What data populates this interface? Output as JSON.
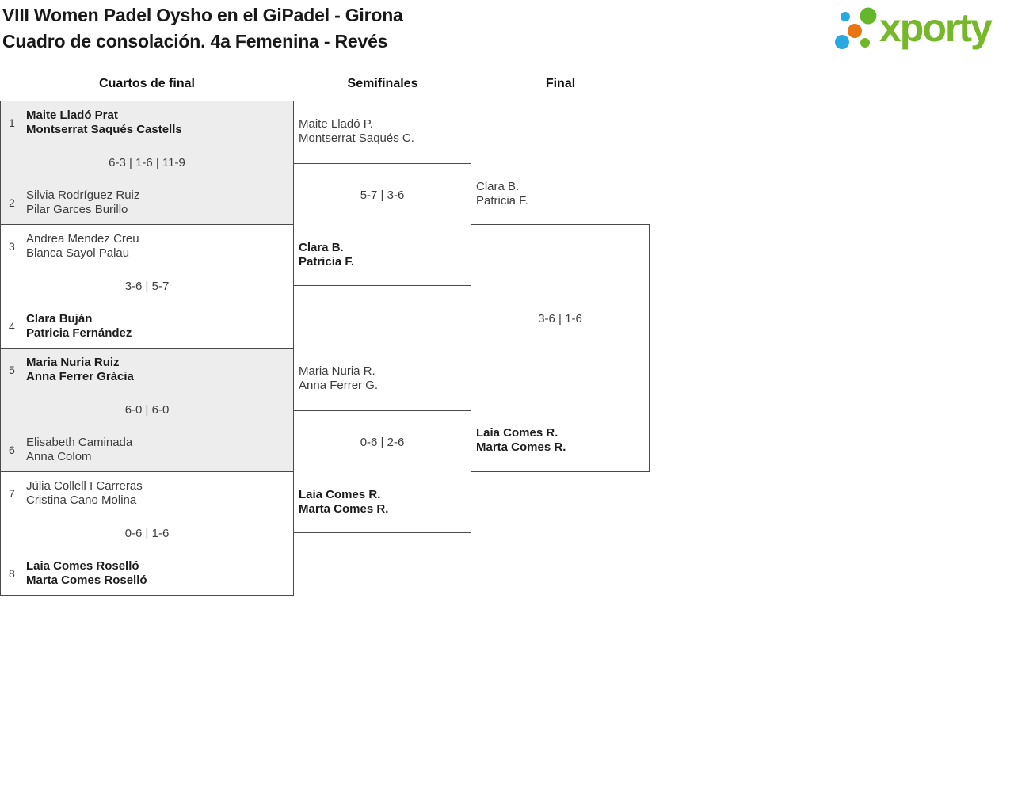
{
  "header": {
    "title_line1": "VIII Women Padel Oysho en el GiPadel - Girona",
    "title_line2": "Cuadro de consolación. 4a Femenina - Revés",
    "logo_text": "xporty"
  },
  "columns": [
    {
      "label": "Cuartos de final"
    },
    {
      "label": "Semifinales"
    },
    {
      "label": "Final"
    }
  ],
  "colors": {
    "logo_green": "#76b82a",
    "logo_blue": "#29a9e1",
    "logo_orange": "#e87511",
    "box_border": "#4a4a4a",
    "box_alt_background": "#ededed",
    "text_regular": "#3d3d3d",
    "text_bold": "#1c1c1c"
  },
  "bracket": {
    "quarterfinals": [
      {
        "seed_top": "1",
        "team_top": [
          "Maite Lladó Prat",
          "Montserrat Saqués Castells"
        ],
        "score": "6-3 | 1-6 | 11-9",
        "seed_bottom": "2",
        "team_bottom": [
          "Silvia Rodríguez Ruiz",
          "Pilar Garces Burillo"
        ],
        "winner": "top"
      },
      {
        "seed_top": "3",
        "team_top": [
          "Andrea Mendez Creu",
          "Blanca Sayol Palau"
        ],
        "score": "3-6 | 5-7",
        "seed_bottom": "4",
        "team_bottom": [
          "Clara Buján",
          "Patricia Fernández"
        ],
        "winner": "bottom"
      },
      {
        "seed_top": "5",
        "team_top": [
          "Maria Nuria Ruiz",
          "Anna Ferrer Gràcia"
        ],
        "score": "6-0 | 6-0",
        "seed_bottom": "6",
        "team_bottom": [
          "Elisabeth Caminada",
          "Anna Colom"
        ],
        "winner": "top"
      },
      {
        "seed_top": "7",
        "team_top": [
          "Júlia Collell I Carreras",
          "Cristina Cano Molina"
        ],
        "score": "0-6 | 1-6",
        "seed_bottom": "8",
        "team_bottom": [
          "Laia Comes Roselló",
          "Marta Comes Roselló"
        ],
        "winner": "bottom"
      }
    ],
    "semifinals": [
      {
        "team_top": [
          "Maite Lladó P.",
          "Montserrat Saqués C."
        ],
        "score": "5-7 | 3-6",
        "team_bottom": [
          "Clara B.",
          "Patricia F."
        ],
        "winner": "bottom"
      },
      {
        "team_top": [
          "Maria Nuria R.",
          "Anna Ferrer G."
        ],
        "score": "0-6 | 2-6",
        "team_bottom": [
          "Laia Comes R.",
          "Marta Comes R."
        ],
        "winner": "bottom"
      }
    ],
    "final": {
      "team_top": [
        "Clara B.",
        "Patricia F."
      ],
      "score": "3-6 | 1-6",
      "team_bottom": [
        "Laia Comes R.",
        "Marta Comes R."
      ],
      "winner": "bottom"
    }
  }
}
